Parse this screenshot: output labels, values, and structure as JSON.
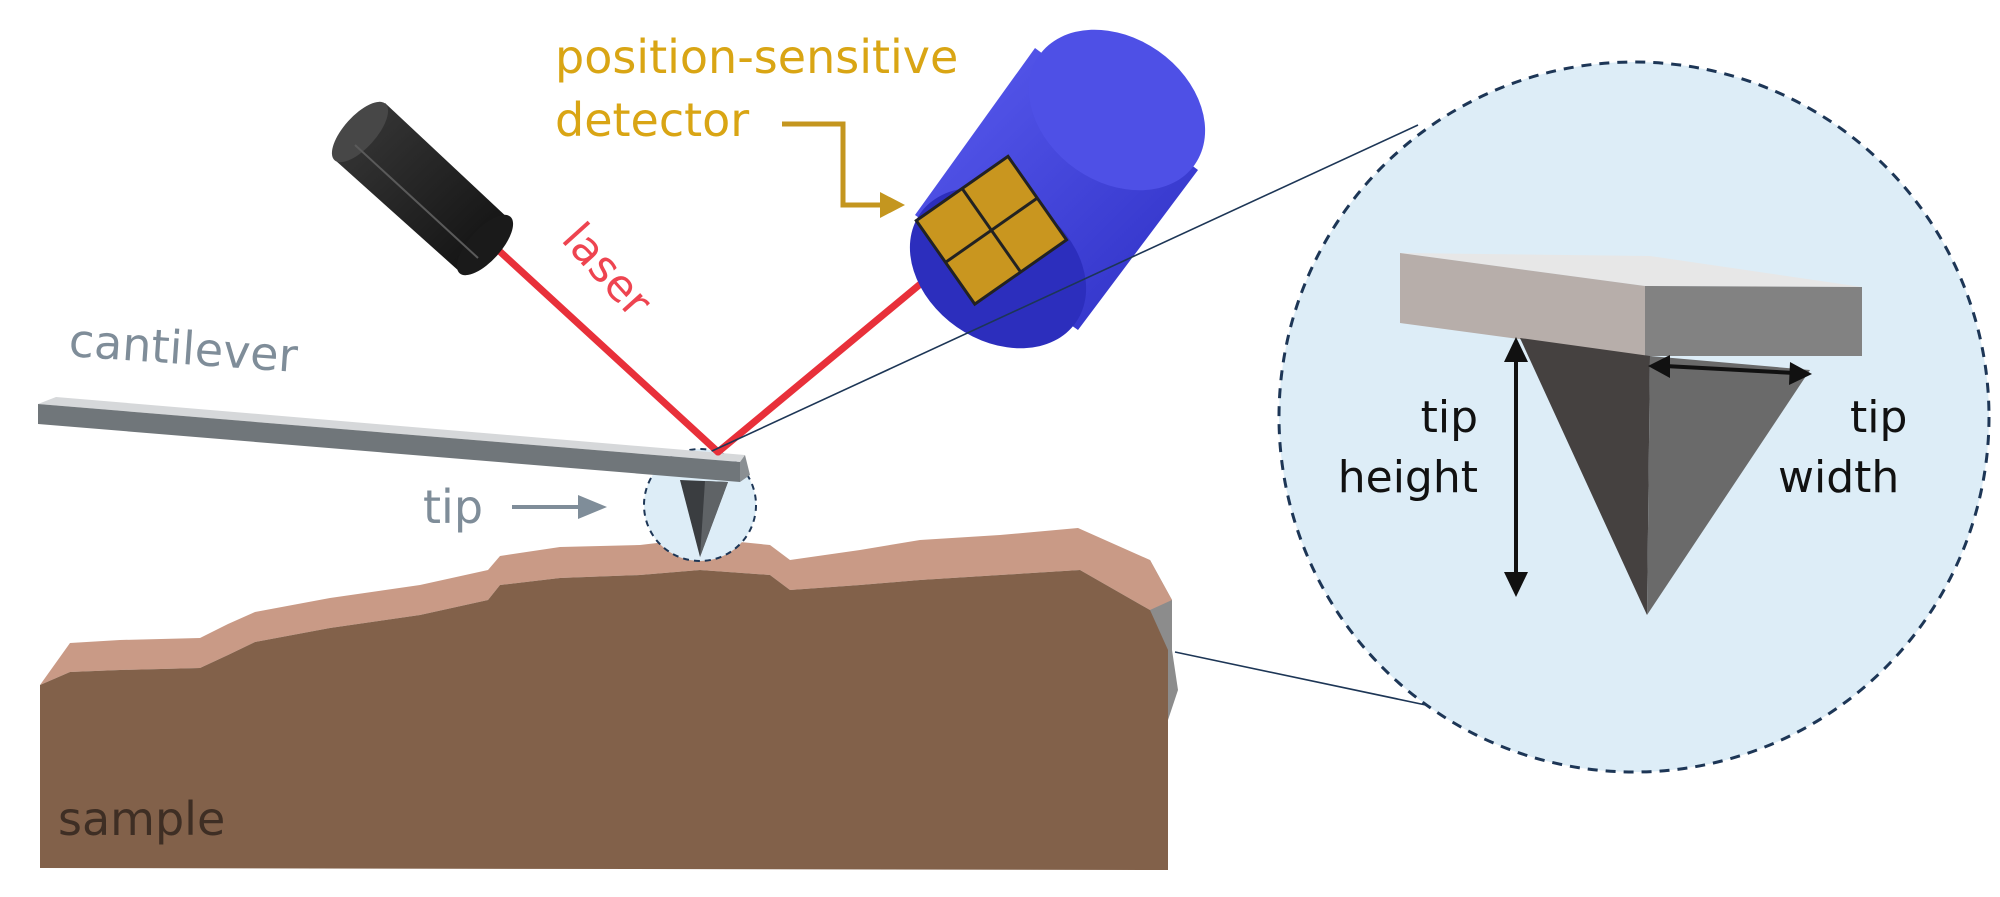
{
  "labels": {
    "detector_line1": "position-sensitive",
    "detector_line2": "detector",
    "laser": "laser",
    "cantilever": "cantilever",
    "tip": "tip",
    "sample": "sample",
    "tip_height_line1": "tip",
    "tip_height_line2": "height",
    "tip_width_line1": "tip",
    "tip_width_line2": "width"
  },
  "colors": {
    "detector_label": "#d9a514",
    "detector_arrow": "#c4961f",
    "laser": "#e8303a",
    "laser_label": "#ee4450",
    "cantilever_label": "#7f8d99",
    "tip_label": "#7f8d99",
    "sample_body": "#82614a",
    "sample_top": "#c99a86",
    "sample_label": "#3e2e24",
    "detector_body": "#3c3ee0",
    "detector_cells": "#c9961f",
    "zoom_fill": "#ddedf7",
    "zoom_border": "#1d3656",
    "dimension_text": "#111111"
  },
  "icons": {
    "laser_source": "laser-source-icon",
    "detector": "detector-icon"
  }
}
